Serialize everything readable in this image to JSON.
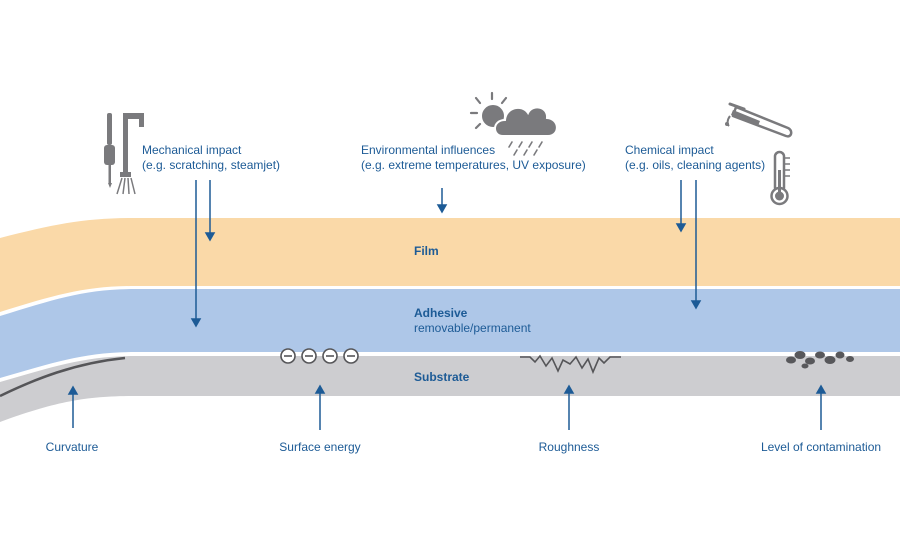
{
  "colors": {
    "background": "#ffffff",
    "film": "#fad9a8",
    "adhesive": "#aec7e8",
    "substrate": "#cdcdd0",
    "text": "#1d5b96",
    "arrow": "#1d5b96",
    "icon": "#7a7a7d"
  },
  "layers": {
    "film": {
      "label": "Film"
    },
    "adhesive": {
      "label": "Adhesive",
      "sublabel": "removable/permanent"
    },
    "substrate": {
      "label": "Substrate"
    }
  },
  "influences": [
    {
      "title": "Mechanical impact",
      "subtitle": "(e.g. scratching, steamjet)",
      "icon": "screwdriver-and-steamjet-icon"
    },
    {
      "title": "Environmental influences",
      "subtitle": "(e.g. extreme temperatures, UV exposure)",
      "icon": "sun-cloud-rain-icon"
    },
    {
      "title": "Chemical impact",
      "subtitle": "(e.g. oils, cleaning agents)",
      "icon": "test-tube-and-thermometer-icon"
    }
  ],
  "factors": [
    {
      "label": "Curvature",
      "icon": "curve-icon"
    },
    {
      "label": "Surface energy",
      "icon": "negative-charges-icon"
    },
    {
      "label": "Roughness",
      "icon": "jagged-line-icon"
    },
    {
      "label": "Level of contamination",
      "icon": "particles-icon"
    }
  ]
}
